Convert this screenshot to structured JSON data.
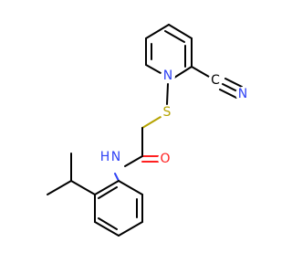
{
  "molecule": {
    "atom_labels": {
      "pyridine_n": "N",
      "sulfur": "S",
      "nitrile_c": "C",
      "nitrile_n": "N",
      "amide_n_h": "H",
      "amide_n": "N",
      "carbonyl_o": "O"
    },
    "colors": {
      "nitrogen": "#2f42f5",
      "sulfur": "#b5a300",
      "oxygen": "#ff1f1f",
      "bond": "#000000"
    }
  }
}
